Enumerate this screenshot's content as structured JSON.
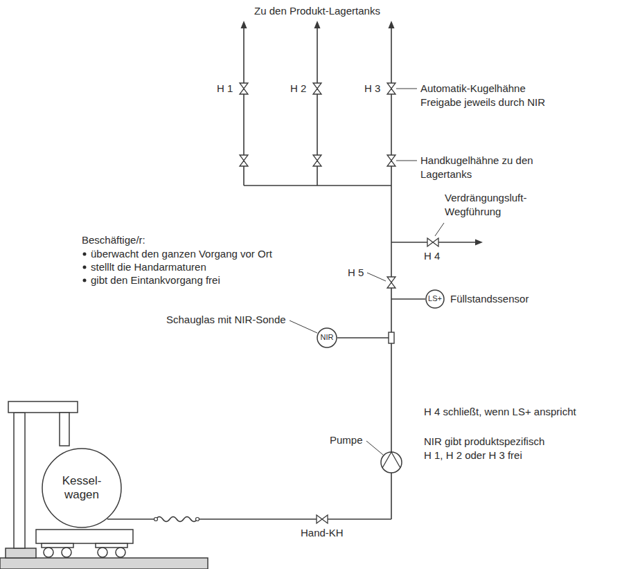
{
  "diagram": {
    "nodes": [
      {
        "text": [
          "LS+"
        ]
      },
      {
        "text": [
          "NIR"
        ]
      },
      {
        "text": [
          "Kessel- wagen"
        ]
      }
    ],
    "labels": [
      "Zu den Produkt-Lagertanks",
      "H 1",
      "H 2",
      "H 3",
      "Automatik-Kugelhähne Freigabe jeweils durch NIR",
      "Handkugelhähne zu den Lagertanks",
      "Verdrängungsluft- Wegführung",
      "H 4",
      "Beschäftige/r:",
      "überwacht den ganzen Vorgang vor Ort",
      "stelllt die Handarmaturen",
      "gibt den Eintankvorgang frei",
      "H 5",
      "Füllstandssensor",
      "Schauglas mit NIR-Sonde",
      "H 4 schließt, wenn LS+ anspricht",
      "NIR gibt produktspezifisch H 1, H 2 oder H 3 frei",
      "Pumpe",
      "Hand-KH"
    ]
  }
}
